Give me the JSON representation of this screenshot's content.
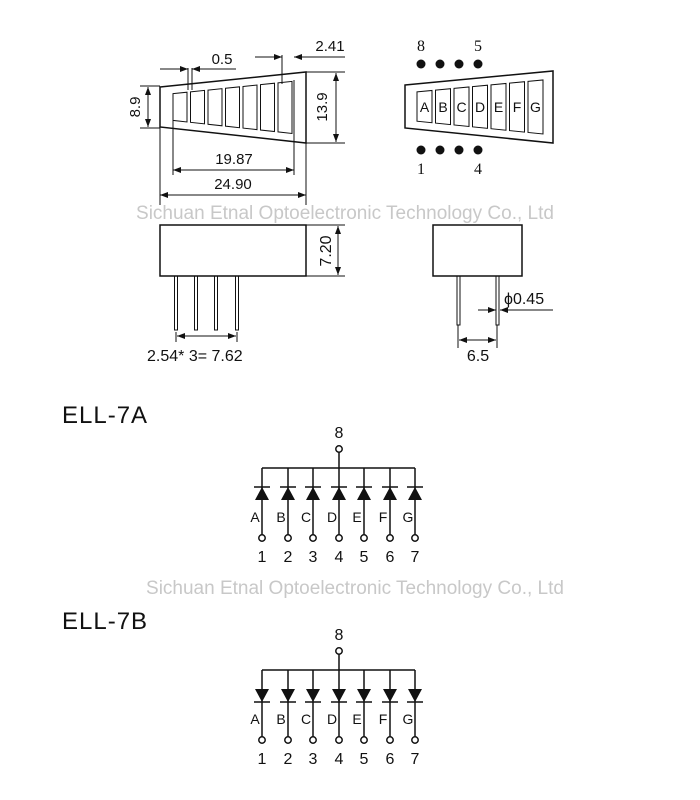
{
  "watermark": "Sichuan Etnal Optoelectronic Technology Co., Ltd",
  "top_view": {
    "dim_gap": "0.5",
    "dim_segment": "2.41",
    "dim_left_height": "8.9",
    "dim_right_height": "13.9",
    "dim_segments_width": "19.87",
    "dim_total_width": "24.90"
  },
  "pin_view": {
    "pin_top_left": "8",
    "pin_top_right": "5",
    "pin_bottom_left": "1",
    "pin_bottom_right": "4",
    "segments": [
      "A",
      "B",
      "C",
      "D",
      "E",
      "F",
      "G"
    ]
  },
  "side_view": {
    "dim_height": "7.20",
    "dim_pitch": "2.54* 3= 7.62",
    "dim_row": "6.5",
    "dim_pin_dia": "ϕ0.45"
  },
  "circuits": [
    {
      "title": "ELL-7A",
      "common_pin": "8",
      "direction": "up",
      "segments": [
        "A",
        "B",
        "C",
        "D",
        "E",
        "F",
        "G"
      ],
      "pins": [
        "1",
        "2",
        "3",
        "4",
        "5",
        "6",
        "7"
      ]
    },
    {
      "title": "ELL-7B",
      "common_pin": "8",
      "direction": "down",
      "segments": [
        "A",
        "B",
        "C",
        "D",
        "E",
        "F",
        "G"
      ],
      "pins": [
        "1",
        "2",
        "3",
        "4",
        "5",
        "6",
        "7"
      ]
    }
  ]
}
